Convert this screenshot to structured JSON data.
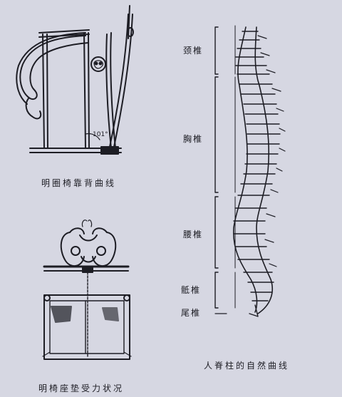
{
  "captions": {
    "chair_back_curve": "明圈椅靠背曲线",
    "seat_force": "明椅座垫受力状况",
    "spine_curve": "人脊柱的自然曲线"
  },
  "chair_angle": "101°",
  "spine_segments": {
    "cervical": "颈椎",
    "thoracic": "胸椎",
    "lumbar": "腰椎",
    "sacral": "骶椎",
    "coccyx": "尾椎"
  },
  "colors": {
    "background": "#d6d7e2",
    "ink": "#1d1d24"
  }
}
